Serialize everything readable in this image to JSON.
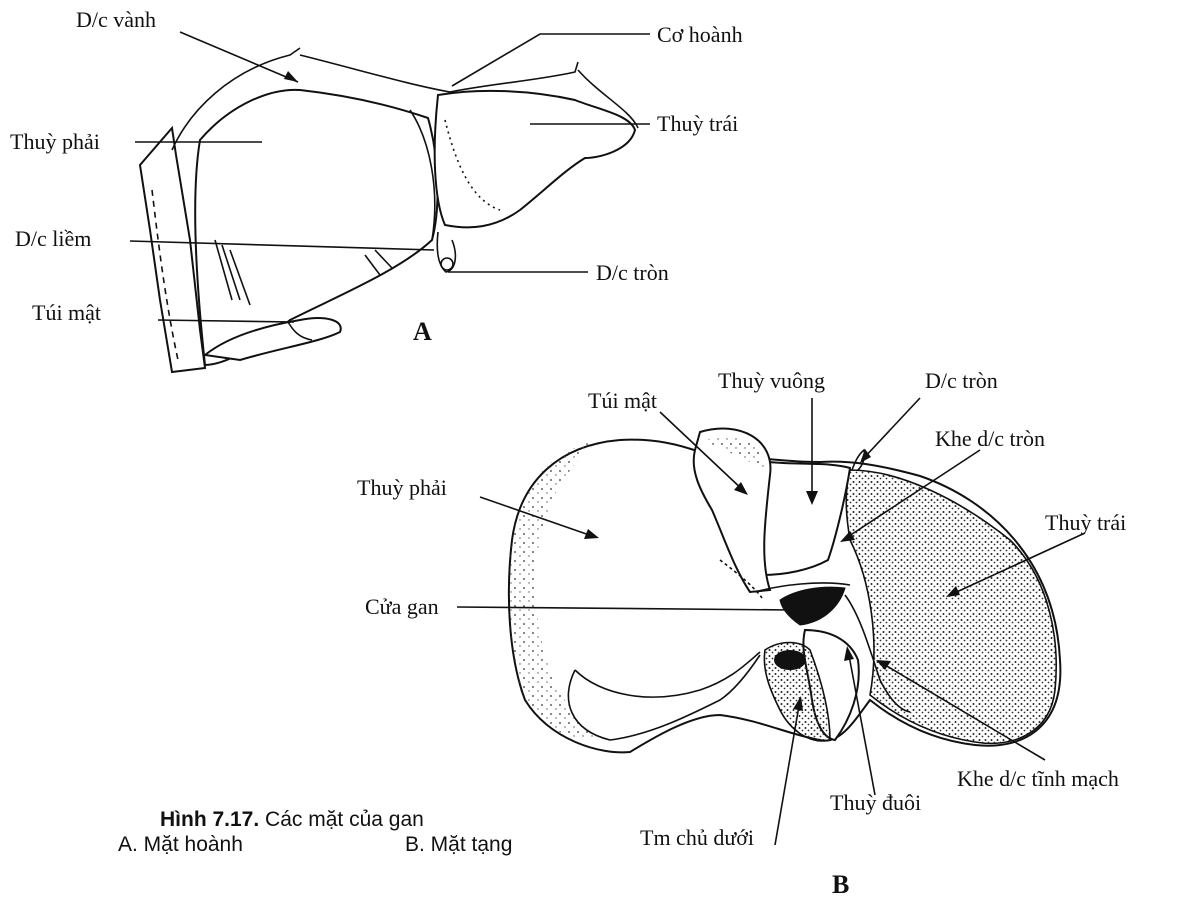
{
  "figure": {
    "panel_a": {
      "letter": "A",
      "labels": {
        "dc_vanh": "D/c vành",
        "co_hoanh": "Cơ hoành",
        "thuy_phai": "Thuỳ phải",
        "thuy_trai": "Thuỳ trái",
        "dc_liem": "D/c liềm",
        "dc_tron": "D/c tròn",
        "tui_mat": "Túi mật"
      }
    },
    "panel_b": {
      "letter": "B",
      "labels": {
        "thuy_vuong": "Thuỳ vuông",
        "dc_tron": "D/c tròn",
        "tui_mat": "Túi mật",
        "khe_dc_tron": "Khe d/c tròn",
        "thuy_phai": "Thuỳ phải",
        "thuy_trai": "Thuỳ trái",
        "cua_gan": "Cửa gan",
        "khe_dc_tinh_mach": "Khe d/c tĩnh mạch",
        "tm_chu_duoi": "Tm chủ dưới",
        "thuy_duoi": "Thuỳ đuôi"
      }
    },
    "caption": {
      "number": "Hình 7.17.",
      "title": "Các mặt của gan",
      "sub_a": "A. Mặt hoành",
      "sub_b": "B. Mặt tạng"
    }
  }
}
